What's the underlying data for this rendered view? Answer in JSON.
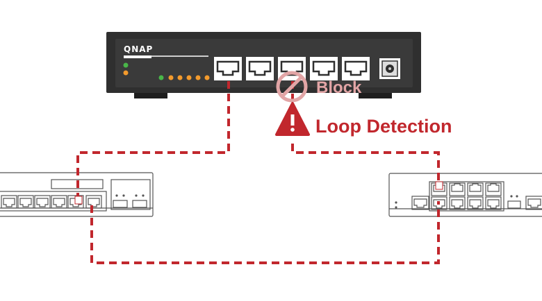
{
  "diagram": {
    "brand_logo": "QNAP",
    "block_label": "Block",
    "loop_label": "Loop Detection",
    "colors": {
      "accent_red": "#c1272d",
      "block_faded": "#e2a5a6",
      "switch_body": "#2f2f2f",
      "led_green": "#49b649",
      "led_orange": "#f39a2c",
      "outline": "#555555"
    },
    "icons": [
      "warning-icon",
      "block-icon"
    ]
  }
}
